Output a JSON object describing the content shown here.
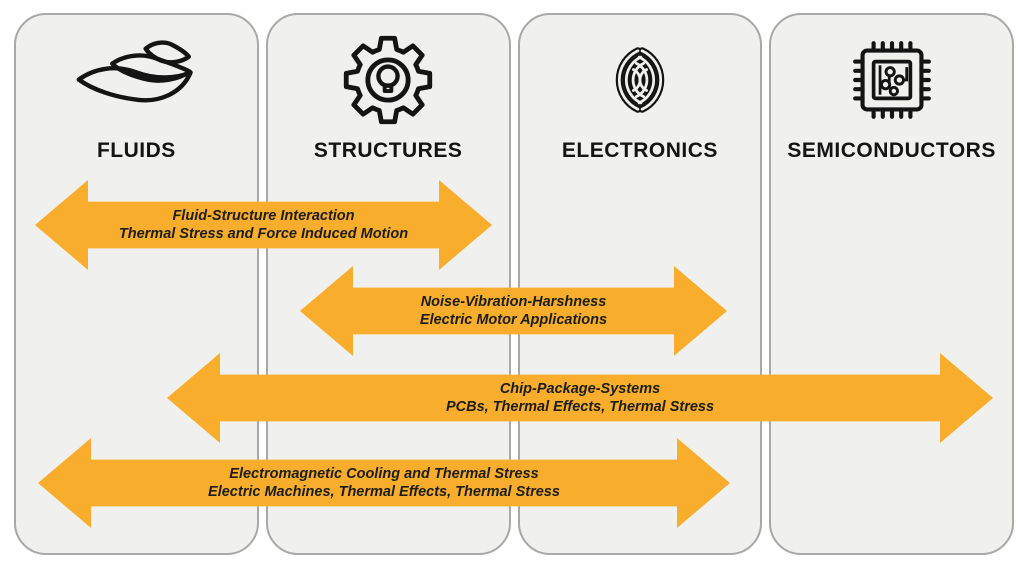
{
  "colors": {
    "arrow_orange": "#F8AE2C",
    "panel_fill": "#F0F0EF",
    "panel_border": "#A8A8A8",
    "text_dark": "#1D1D1B"
  },
  "columns": [
    {
      "label": "FLUIDS",
      "icon": "fluid-wave-icon"
    },
    {
      "label": "STRUCTURES",
      "icon": "gear-icon"
    },
    {
      "label": "ELECTRONICS",
      "icon": "vibration-waves-icon"
    },
    {
      "label": "SEMICONDUCTORS",
      "icon": "chip-icon"
    }
  ],
  "arrows": [
    {
      "spans": "fluids-structures",
      "line1": "Fluid-Structure Interaction",
      "line2": "Thermal Stress and Force Induced Motion"
    },
    {
      "spans": "structures-electronics",
      "line1": "Noise-Vibration-Harshness",
      "line2": "Electric Motor Applications"
    },
    {
      "spans": "fluids-semiconductors",
      "line1": "Chip-Package-Systems",
      "line2": "PCBs, Thermal Effects, Thermal Stress"
    },
    {
      "spans": "fluids-electronics",
      "line1": "Electromagnetic Cooling and Thermal Stress",
      "line2": "Electric Machines, Thermal Effects, Thermal Stress"
    }
  ]
}
